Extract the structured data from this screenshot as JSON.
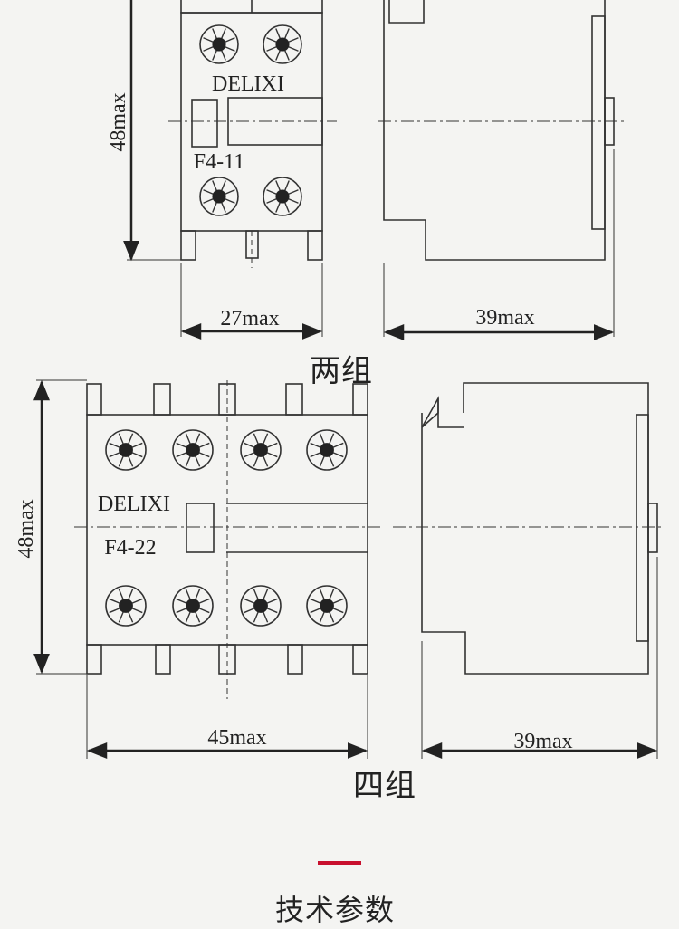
{
  "top_group": {
    "front": {
      "brand": "DELIXI",
      "model": "F4-11",
      "height_label": "48max",
      "width_label": "27max"
    },
    "side": {
      "depth_label": "39max"
    },
    "caption": "两组"
  },
  "bottom_group": {
    "front": {
      "brand": "DELIXI",
      "model": "F4-22",
      "height_label": "48max",
      "width_label": "45max"
    },
    "side": {
      "depth_label": "39max"
    },
    "caption": "四组"
  },
  "section_title": "技术参数",
  "colors": {
    "line": "#333333",
    "accent": "#c8102e",
    "background": "#f4f4f2"
  }
}
